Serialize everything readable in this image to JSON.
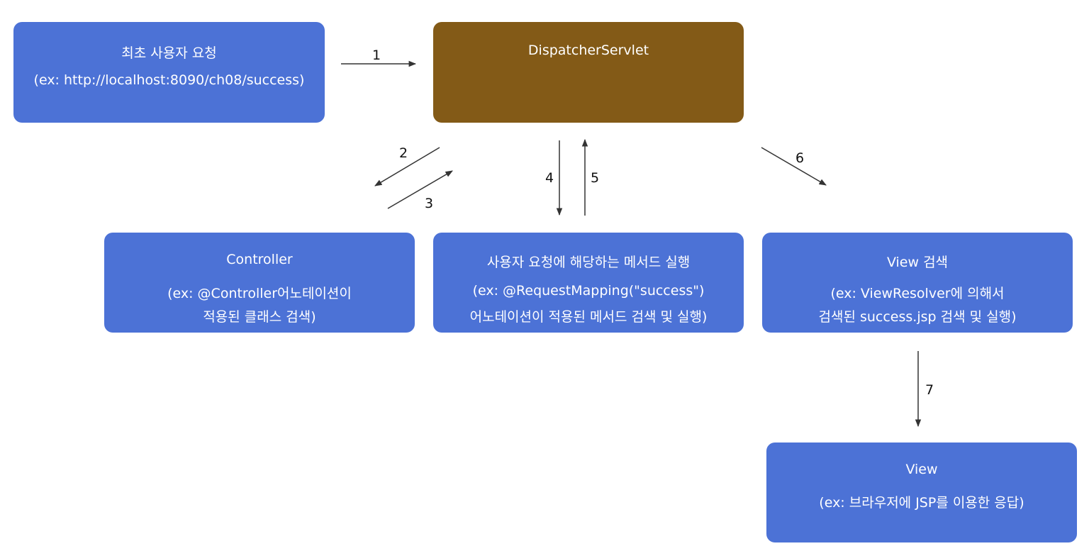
{
  "colors": {
    "box": "#4c72d6",
    "dispatcher": "#835a17",
    "arrow": "#333333"
  },
  "boxes": {
    "request": {
      "title": "최초 사용자 요청",
      "line1": "(ex: http://localhost:8090/ch08/success)"
    },
    "dispatcher": {
      "title": "DispatcherServlet"
    },
    "controller": {
      "title": "Controller",
      "line1": "(ex: @Controller어노테이션이",
      "line2": "적용된 클래스 검색)"
    },
    "method": {
      "title": "사용자 요청에 해당하는 메서드 실행",
      "line1": "(ex: @RequestMapping(\"success\")",
      "line2": "어노테이션이 적용된 메서드 검색 및 실행)"
    },
    "viewsearch": {
      "title": "View 검색",
      "line1": "(ex: ViewResolver에 의해서",
      "line2": "검색된 success.jsp 검색 및 실행)"
    },
    "view": {
      "title": "View",
      "line1": "(ex: 브라우저에 JSP를 이용한 응답)"
    }
  },
  "arrows": {
    "a1": "1",
    "a2": "2",
    "a3": "3",
    "a4": "4",
    "a5": "5",
    "a6": "6",
    "a7": "7"
  }
}
